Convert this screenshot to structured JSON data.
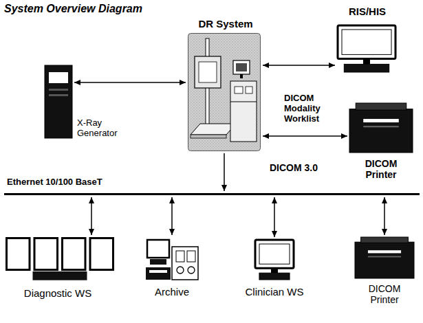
{
  "diagram": {
    "title": "System Overview Diagram",
    "nodes": [
      {
        "text": [
          "DR System"
        ]
      },
      {
        "text": [
          "RIS/HIS"
        ]
      },
      {
        "text": [
          "X-Ray Generator"
        ]
      },
      {
        "text": [
          "DICOM Printer"
        ]
      },
      {
        "text": [
          "Ethernet 10/100 BaseT"
        ]
      },
      {
        "text": [
          "Diagnostic WS"
        ]
      },
      {
        "text": [
          "Archive"
        ]
      },
      {
        "text": [
          "Clinician WS"
        ]
      },
      {
        "text": [
          "DICOM Printer"
        ]
      }
    ],
    "edges": [
      {
        "from": 2,
        "to": 0,
        "arrow": "both"
      },
      {
        "from": 0,
        "to": 1,
        "arrow": "both"
      },
      {
        "from": 0,
        "to": 3,
        "arrow": "both"
      },
      {
        "from": 0,
        "to": 4,
        "label": "DICOM 3.0",
        "arrow": "to"
      },
      {
        "from": 4,
        "to": 5,
        "arrow": "both"
      },
      {
        "from": 4,
        "to": 6,
        "arrow": "both"
      },
      {
        "from": 4,
        "to": 7,
        "arrow": "both"
      },
      {
        "from": 4,
        "to": 8,
        "arrow": "both"
      }
    ],
    "labels": [
      "DICOM Modality Worklist"
    ]
  }
}
